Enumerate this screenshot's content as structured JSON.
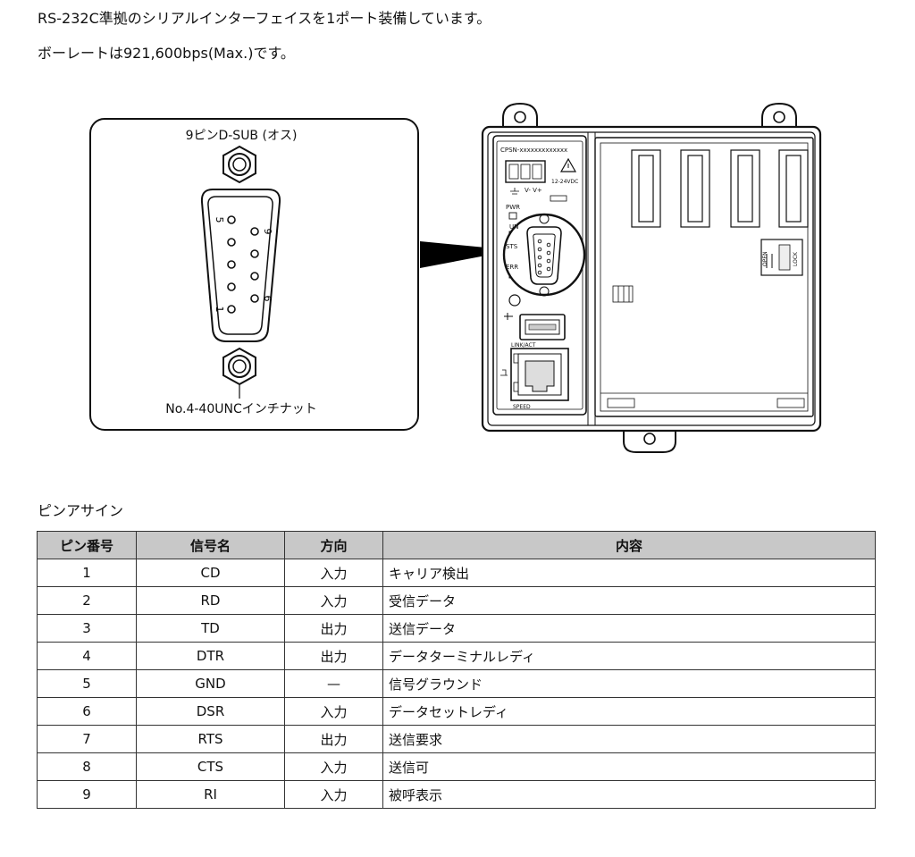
{
  "intro": {
    "line1": "RS-232C準拠のシリアルインターフェイスを1ポート装備しています。",
    "line2": "ボーレートは921,600bps(Max.)です。"
  },
  "figure": {
    "connector_title": "9ピンD-SUB (オス)",
    "nut_label": "No.4-40UNCインチナット",
    "pin_numbers": [
      "5",
      "9",
      "1",
      "6"
    ],
    "device": {
      "serial": "CPSN-xxxxxxxxxxxxx",
      "voltage": "12-24VDC",
      "power_terminals": "V-  V+",
      "leds": [
        "PWR",
        "UN",
        "STS",
        "ERR"
      ],
      "link_label": "LINK/ACT",
      "speed_label": "SPEED",
      "open_label": "OPEN",
      "lock_label": "LOCK"
    }
  },
  "section_title": "ピンアサイン",
  "table": {
    "headers": [
      "ピン番号",
      "信号名",
      "方向",
      "内容"
    ],
    "rows": [
      {
        "pin": "1",
        "signal": "CD",
        "dir": "入力",
        "desc": "キャリア検出"
      },
      {
        "pin": "2",
        "signal": "RD",
        "dir": "入力",
        "desc": "受信データ"
      },
      {
        "pin": "3",
        "signal": "TD",
        "dir": "出力",
        "desc": "送信データ"
      },
      {
        "pin": "4",
        "signal": "DTR",
        "dir": "出力",
        "desc": "データターミナルレディ"
      },
      {
        "pin": "5",
        "signal": "GND",
        "dir": "—",
        "desc": "信号グラウンド"
      },
      {
        "pin": "6",
        "signal": "DSR",
        "dir": "入力",
        "desc": "データセットレディ"
      },
      {
        "pin": "7",
        "signal": "RTS",
        "dir": "出力",
        "desc": "送信要求"
      },
      {
        "pin": "8",
        "signal": "CTS",
        "dir": "入力",
        "desc": "送信可"
      },
      {
        "pin": "9",
        "signal": "RI",
        "dir": "入力",
        "desc": "被呼表示"
      }
    ]
  }
}
